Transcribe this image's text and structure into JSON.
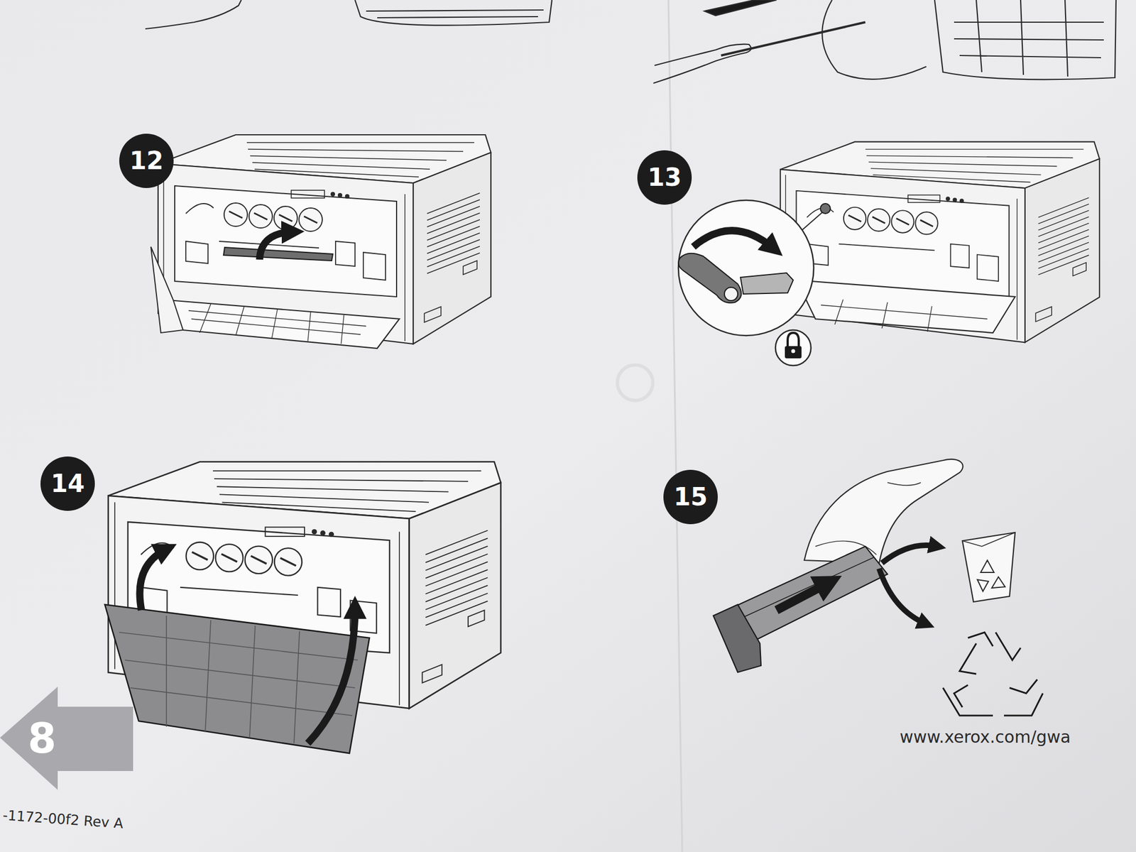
{
  "diagram": {
    "nodes": [
      {
        "text": [
          "12"
        ]
      },
      {
        "text": [
          "13"
        ]
      },
      {
        "text": [
          "14"
        ]
      },
      {
        "text": [
          "15"
        ]
      },
      {
        "text": [
          "8"
        ]
      }
    ],
    "labels": [
      "www.xerox.com/gwa",
      "-1172-00f2 Rev A"
    ]
  }
}
